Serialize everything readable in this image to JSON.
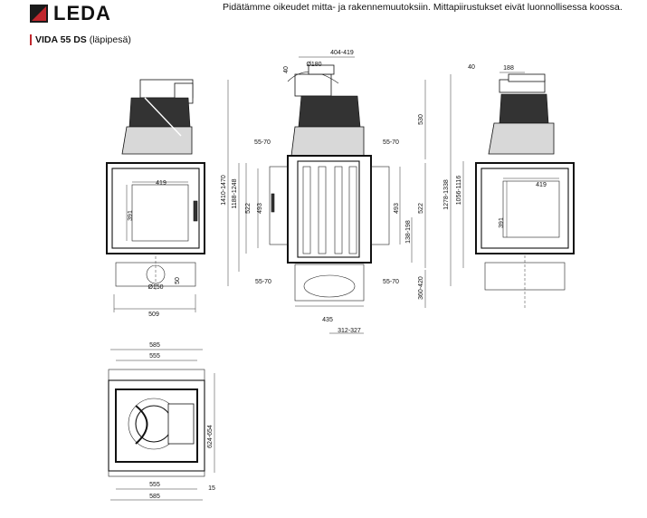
{
  "brand": {
    "name": "LEDA",
    "accent_color": "#c0272d",
    "mark_color": "#c0272d"
  },
  "notice": "Pidätämme oikeudet mitta- ja rakennemuutoksiin. Mittapiirustukset eivät luonnollisessa koossa.",
  "model": {
    "name": "VIDA 55 DS",
    "variant": "(läpipesä)"
  },
  "front_view": {
    "glass_width": "419",
    "glass_height": "391",
    "outlet_diameter": "Ø150",
    "base_side": "50",
    "total_width": "509",
    "total_height": "1410-1470",
    "firebox_height": "1188-1248"
  },
  "side_view": {
    "offset_top": "40",
    "flue_diameter": "Ø180",
    "top_width": "404-419",
    "hood_height": "530",
    "side_left_upper": "55-70",
    "side_right_upper": "55-70",
    "height_522_left": "522",
    "height_493_left": "493",
    "height_493_right": "493",
    "height_138_198": "138-198",
    "height_522_right": "522",
    "side_left_lower": "55-70",
    "side_right_lower": "55-70",
    "base_height": "360-420",
    "base_width": "435",
    "base_offset": "312-327"
  },
  "right_view": {
    "offset_top": "40",
    "top_width": "188",
    "glass_width": "419",
    "glass_height": "391",
    "total_height": "1278-1338",
    "firebox_height": "1056-1116"
  },
  "top_view": {
    "outer_width_top": "585",
    "inner_width_top": "555",
    "depth": "624-654",
    "inner_width_bottom": "555",
    "outer_width_bottom": "585",
    "edge": "15"
  }
}
